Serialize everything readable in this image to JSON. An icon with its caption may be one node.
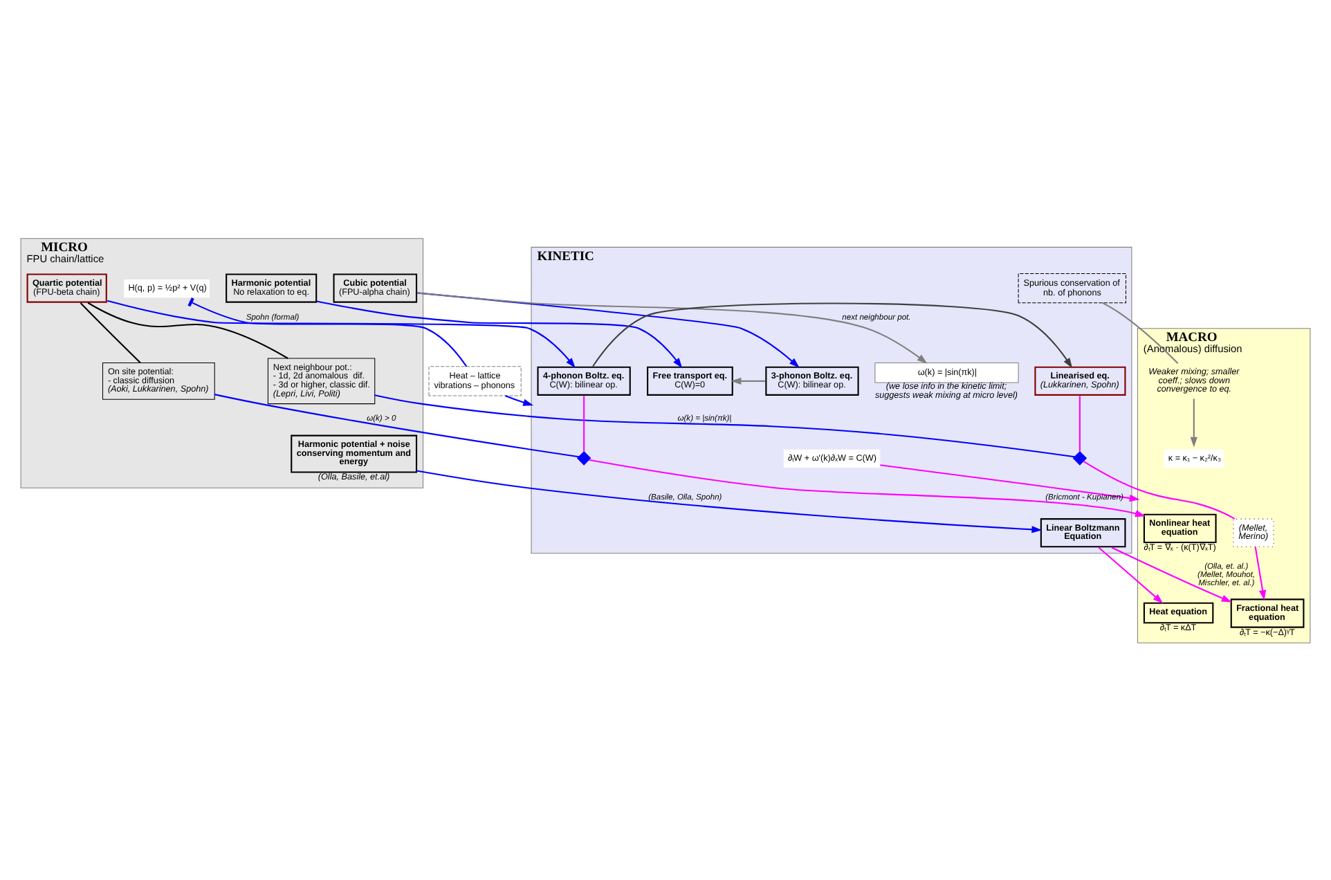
{
  "diagram": {
    "nodes": [
      {
        "text": [
          "MICRO",
          "FPU chain/lattice"
        ]
      },
      {
        "text": [
          "H(q, p) = ½p² + V(q)"
        ],
        "in": 0
      },
      {
        "text": [
          "Harmonic potential",
          "No relaxation to eq."
        ],
        "in": 0
      },
      {
        "text": [
          "Cubic potential",
          "(FPU-alpha chain)"
        ],
        "in": 0
      },
      {
        "text": [
          "Quartic potential",
          "(FPU-beta chain)"
        ],
        "in": 0
      },
      {
        "text": [
          "Harmonic potential + noise conserving momentum and energy"
        ],
        "beside": [
          "(Olla, Basile, et.al)"
        ],
        "in": 0
      },
      {
        "text": [
          "On site potential:",
          "- classic diffusion",
          "(Aoki, Lukkarinen, Spohn)"
        ],
        "in": 0
      },
      {
        "text": [
          "Next neighbour pot.:",
          "- 1d, 2d anomalous  dif.",
          "- 3d or higher, classic dif.",
          "(Lepri, Livi, Politi)"
        ],
        "in": 0
      },
      {
        "text": [
          "Heat – lattice vibrations – phonons"
        ]
      },
      {
        "text": [
          "KINETIC"
        ]
      },
      {
        "text": [
          "∂ₜW + ω′(k)∂ₓW = C(W)"
        ],
        "in": 9
      },
      {
        "text": [
          "Free transport eq.",
          "C(W)=0"
        ],
        "in": 9
      },
      {
        "text": [
          "3-phonon Boltz. eq.",
          "C(W): bilinear op."
        ],
        "in": 9
      },
      {
        "text": [
          "4-phonon Boltz. eq.",
          "C(W): bilinear op."
        ],
        "in": 9
      },
      {
        "text": [
          "Linearised eq.",
          "(Lukkarinen, Spohn)"
        ],
        "in": 9
      },
      {
        "text": [
          "ω(k) = |sin(πk)|"
        ],
        "beside": [
          "(we lose info in the kinetic limit; suggests weak mixing at micro level)"
        ],
        "in": 9
      },
      {
        "text": [],
        "shape": "diamond",
        "in": 9
      },
      {
        "text": [
          "Spurious conservation of nb. of phonons"
        ],
        "in": 9
      },
      {
        "text": [],
        "shape": "diamond",
        "in": 9
      },
      {
        "text": [
          "Linear Boltzmann Equation"
        ],
        "in": 9
      },
      {
        "text": [
          "MACRO",
          "(Anomalous) diffusion"
        ]
      },
      {
        "text": [
          "(Mellet, Merino)"
        ],
        "in": 20
      },
      {
        "text": [
          "Nonlinear heat equation"
        ],
        "beside": [
          "∂ₜT = ∇ₓ · (κ(T)∇ₓT)"
        ],
        "in": 20
      },
      {
        "text": [
          "Fractional heat equation"
        ],
        "beside": [
          "∂ₜT = −κ(−Δ)ᵞT"
        ],
        "in": 20
      },
      {
        "text": [
          "Heat equation"
        ],
        "beside": [
          "∂ₜT = κΔT"
        ],
        "in": 20
      },
      {
        "text": [
          "Weaker mixing; smaller coeff.; slows down convergence to eq."
        ],
        "in": 20
      },
      {
        "text": [
          "κ = κ₁ − κ₂²/κ₃"
        ],
        "in": 20
      }
    ],
    "edges": [
      {
        "from": 1,
        "to": 8,
        "arrow": "other",
        "label": "Spohn (formal)"
      },
      {
        "from": 8,
        "to": 9,
        "arrow": "to"
      },
      {
        "from": 2,
        "to": 11,
        "arrow": "to"
      },
      {
        "from": 3,
        "to": 12,
        "arrow": "to"
      },
      {
        "from": 3,
        "to": 15,
        "arrow": "to",
        "label": "next neighbour pot.",
        "color": "#808080"
      },
      {
        "from": 4,
        "to": 6,
        "arrow": "none",
        "color": "#000000"
      },
      {
        "from": 4,
        "to": 7,
        "arrow": "none",
        "color": "#000000"
      },
      {
        "from": 4,
        "to": 13,
        "arrow": "to"
      },
      {
        "from": 5,
        "to": 19,
        "arrow": "to",
        "label": "(Basile, Olla, Spohn)"
      },
      {
        "from": 6,
        "to": 16,
        "arrow": "none",
        "label": "ω(k) > 0"
      },
      {
        "from": 7,
        "to": 18,
        "arrow": "none",
        "label": "ω(k) = |sin(πk)|"
      },
      {
        "from": 12,
        "to": 11,
        "arrow": "to",
        "color": "#808080"
      },
      {
        "from": 13,
        "to": 14,
        "arrow": "to",
        "color": "#404040"
      },
      {
        "from": 13,
        "to": 16,
        "arrow": "none",
        "color": "#ff00ff"
      },
      {
        "from": 16,
        "to": 22,
        "arrow": "to",
        "label": "(Bricmont - Kupianen)",
        "color": "#ff00ff"
      },
      {
        "from": 14,
        "to": 18,
        "arrow": "none",
        "color": "#ff00ff"
      },
      {
        "from": 18,
        "to": 21,
        "arrow": "none",
        "color": "#ff00ff"
      },
      {
        "from": 21,
        "to": 23,
        "arrow": "to",
        "color": "#ff00ff"
      },
      {
        "from": 19,
        "to": 23,
        "arrow": "to",
        "label": "(Olla, et. al.) (Mellet, Mouhot, Mischler, et. al.)",
        "color": "#ff00ff"
      },
      {
        "from": 19,
        "to": 24,
        "arrow": "to",
        "color": "#ff00ff"
      },
      {
        "from": 10,
        "to": 20,
        "arrow": "to",
        "color": "#ff00ff"
      },
      {
        "from": 17,
        "to": 25,
        "arrow": "none",
        "color": "#808080"
      },
      {
        "from": 25,
        "to": 26,
        "arrow": "to",
        "color": "#808080"
      }
    ]
  }
}
